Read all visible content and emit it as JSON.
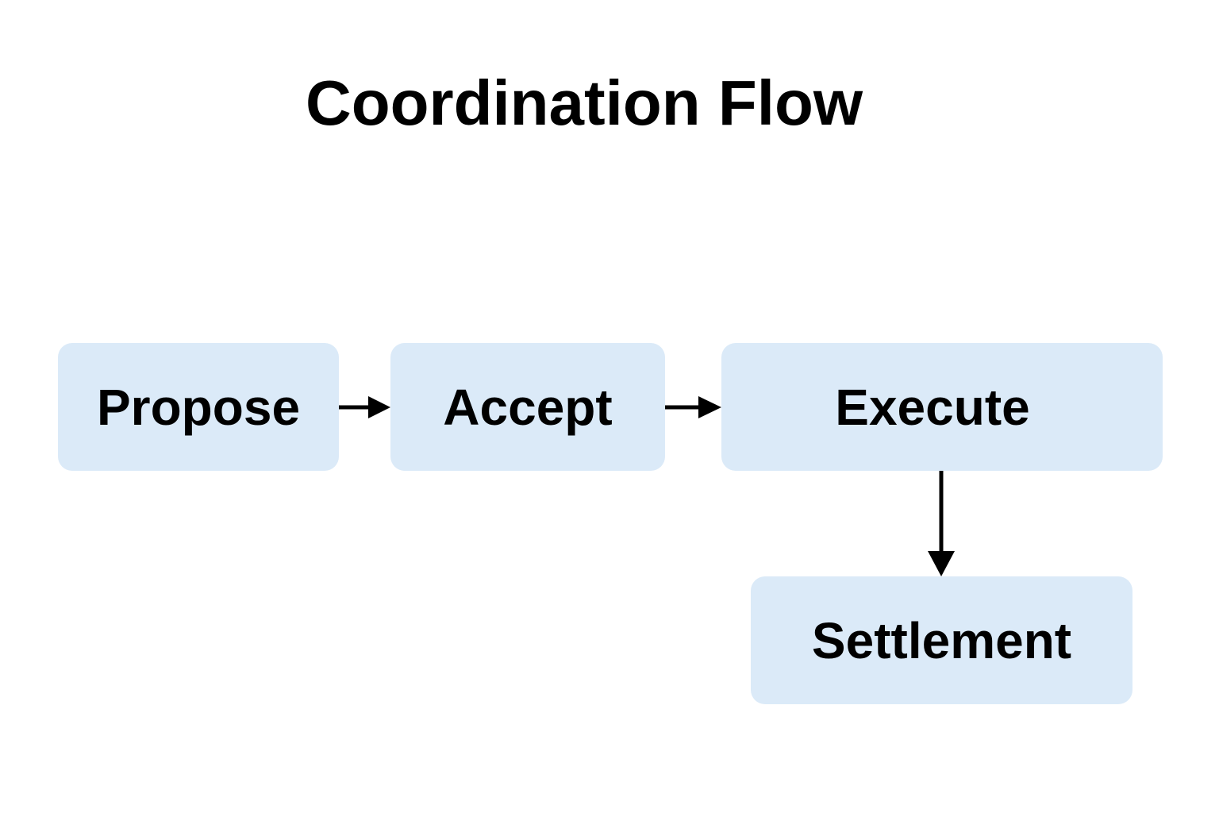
{
  "diagram": {
    "title": "Coordination Flow",
    "nodes": [
      {
        "id": "propose",
        "label": "Propose"
      },
      {
        "id": "accept",
        "label": "Accept"
      },
      {
        "id": "execute",
        "label": "Execute"
      },
      {
        "id": "settlement",
        "label": "Settlement"
      }
    ],
    "edges": [
      {
        "from": "propose",
        "to": "accept"
      },
      {
        "from": "accept",
        "to": "execute"
      },
      {
        "from": "execute",
        "to": "settlement"
      }
    ]
  },
  "colors": {
    "node_fill": "#dbeaf8",
    "text": "#000000",
    "arrow": "#000000",
    "background": "#ffffff"
  }
}
